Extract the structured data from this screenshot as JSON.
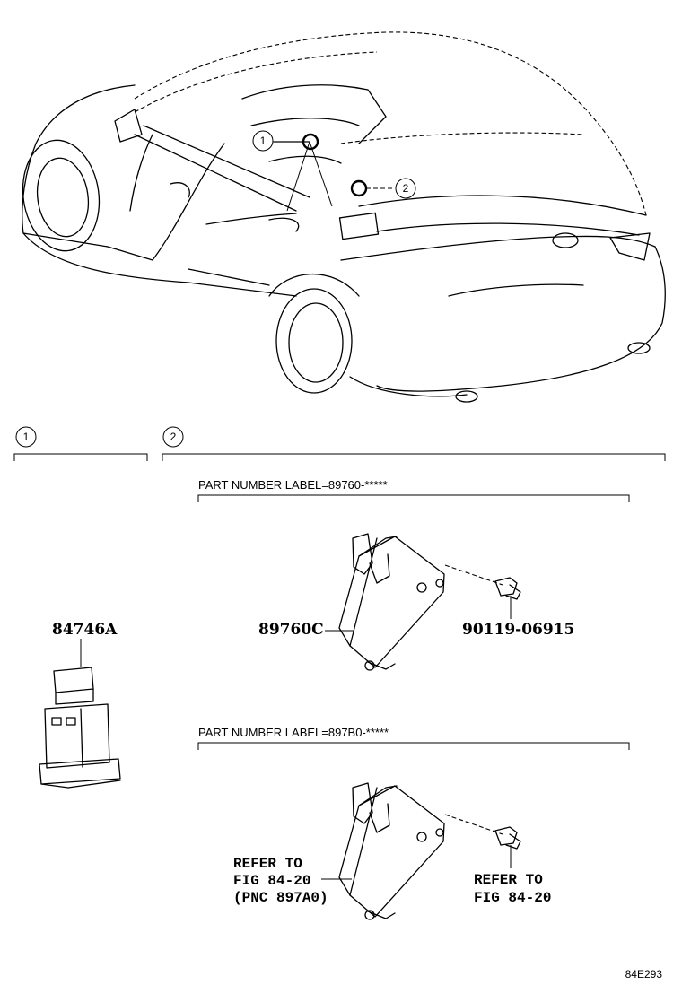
{
  "callouts": {
    "c1": "1",
    "c2": "2"
  },
  "sections": {
    "s1": {
      "marker": "1",
      "part_number": "84746A"
    },
    "s2": {
      "marker": "2",
      "group_a": {
        "label": "PART NUMBER LABEL=89760-*****",
        "module_part": "89760C",
        "bolt_part": "90119-06915"
      },
      "group_b": {
        "label": "PART NUMBER LABEL=897B0-*****",
        "module_ref": [
          "REFER TO",
          "FIG 84-20",
          "(PNC 897A0)"
        ],
        "bolt_ref": [
          "REFER TO",
          "FIG 84-20"
        ]
      }
    }
  },
  "figure_id": "84E293"
}
